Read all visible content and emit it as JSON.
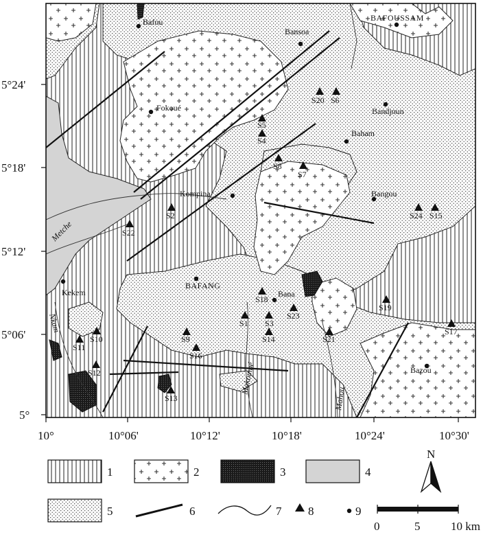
{
  "map": {
    "y_labels": [
      "5°24'",
      "5°18'",
      "5°12'",
      "5°06'",
      "5°"
    ],
    "x_labels": [
      "10°",
      "10°06'",
      "10°12'",
      "10°18'",
      "10°24'",
      "10°30'"
    ],
    "towns": [
      "Bafou",
      "Bansoa",
      "BAFOUSSAM",
      "Fokoué",
      "Bandjoun",
      "Baham",
      "Kompina",
      "Bangou",
      "Kekem",
      "BAFANG",
      "Bana",
      "Bazou"
    ],
    "rivers": [
      "Metche",
      "Nkam",
      "Makombé",
      "Mahou"
    ],
    "samples": [
      "S20",
      "S6",
      "S5",
      "S4",
      "S8",
      "S7",
      "S24",
      "S15",
      "S2",
      "S22",
      "S18",
      "S23",
      "S19",
      "S1",
      "S3",
      "S14",
      "S21",
      "S17",
      "S9",
      "S16",
      "S10",
      "S11",
      "S12",
      "S13"
    ]
  },
  "legend": {
    "items": [
      "1",
      "2",
      "3",
      "4",
      "5",
      "6",
      "7",
      "8",
      "9"
    ],
    "north": "N",
    "scale": [
      "0",
      "5",
      "10 km"
    ]
  },
  "colors": {
    "zone4": "#d4d4d4",
    "ink": "#111111",
    "zone3": "#1a1a1a"
  }
}
